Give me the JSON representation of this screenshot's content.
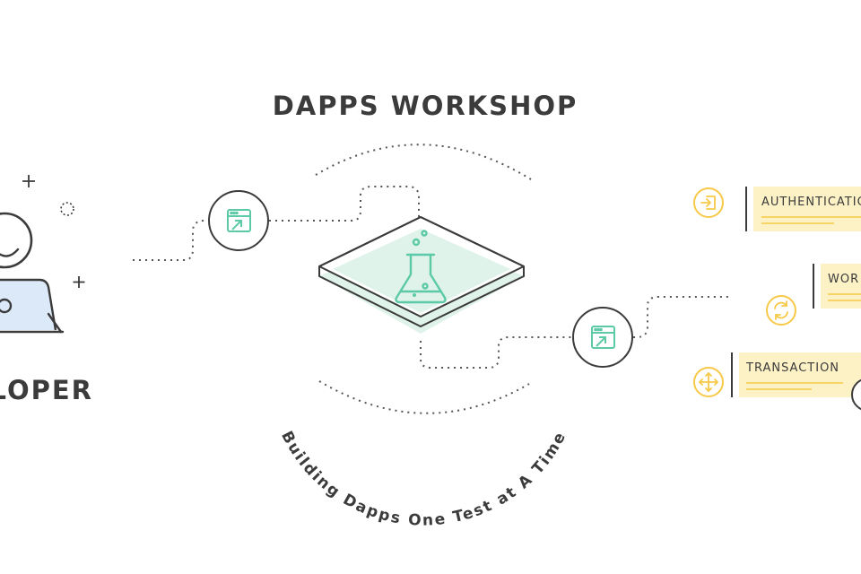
{
  "title": "DAPPS WORKSHOP",
  "subtitle": "Building Dapps One Test at A Time",
  "developer_label": "LOPER",
  "cards": [
    {
      "label": "AUTHENTICATIO",
      "icon": "enter-icon"
    },
    {
      "label": "WOR",
      "icon": "sync-icon"
    },
    {
      "label": "TRANSACTION",
      "icon": "move-icon"
    }
  ],
  "colors": {
    "ink": "#3b3b3b",
    "mint": "#dff3ea",
    "teal": "#5cc9a7",
    "yellow": "#f7c948",
    "card": "#fcf2c5",
    "laptop": "#dbe9f8"
  }
}
